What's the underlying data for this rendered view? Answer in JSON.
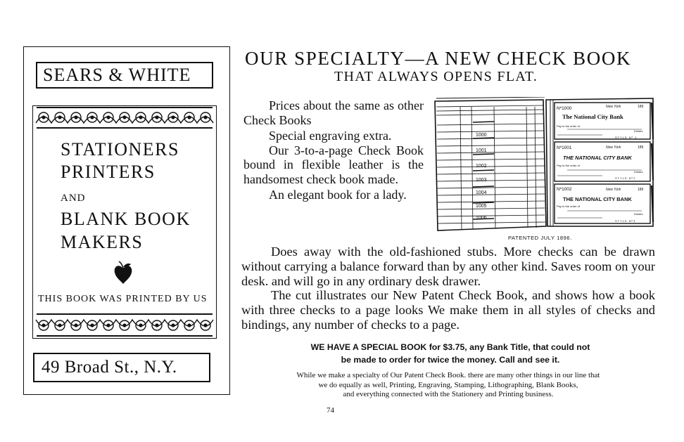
{
  "advertisement": {
    "company": "SEARS & WHITE",
    "line1": "STATIONERS",
    "line2": "PRINTERS",
    "line3": "AND",
    "line4": "BLANK BOOK",
    "line5": "MAKERS",
    "printed_note": "THIS BOOK WAS PRINTED BY US",
    "address": "49 Broad St., N.Y."
  },
  "article": {
    "headline": "OUR SPECIALTY—A NEW CHECK BOOK",
    "subheadline": "THAT ALWAYS OPENS FLAT.",
    "p1": "Prices about the same as other Check Books",
    "p2": "Special engraving extra.",
    "p3": "Our 3-to-a-page Check Book bound in flexible leather is the handsomest check book made.",
    "p4": "An elegant book for a lady.",
    "body1": "Does away with the old-fashioned stubs. More checks can be drawn without carrying a balance forward than by any other kind. Saves room on your desk. and will go in any ordinary desk drawer.",
    "body2": "The cut illustrates our New Patent Check Book, and shows how a book with three checks to a page looks We make them in all styles of checks and bindings, any number of checks to a page.",
    "special1": "WE HAVE A SPECIAL BOOK for $3.75, any Bank Title, that could not",
    "special2": "be made to order for twice the money. Call and see it.",
    "fine1": "While we make a specialty of Our Patent Check Book. there are many other things in our line that",
    "fine2": "we do equally as well, Printing, Engraving, Stamping, Lithographing, Blank Books,",
    "fine3": "and everything connected with the Stationery and Printing business.",
    "page_number": "74"
  },
  "illustration": {
    "caption": "PATENTED JULY 1896.",
    "stub_numbers": [
      "1000",
      "1001",
      "1002",
      "1003",
      "1004",
      "1005",
      "1006"
    ],
    "check1": {
      "number": "Nº1000",
      "place": "New York",
      "year": "189",
      "bank": "The National City Bank",
      "pay": "Pay to the order of",
      "dollars": "Dollars",
      "style": "STYLE Nº 1"
    },
    "check2": {
      "number": "Nº1001",
      "place": "New York",
      "year": "189",
      "bank": "THE NATIONAL CITY BANK",
      "pay": "Pay to the order of",
      "dollars": "Dollars",
      "style": "STYLE Nº2"
    },
    "check3": {
      "number": "Nº1002",
      "place": "New York",
      "year": "189",
      "bank": "THE NATIONAL CITY BANK",
      "pay": "Pay to the order of",
      "dollars": "Dollars",
      "style": "STYLE Nº3"
    }
  }
}
